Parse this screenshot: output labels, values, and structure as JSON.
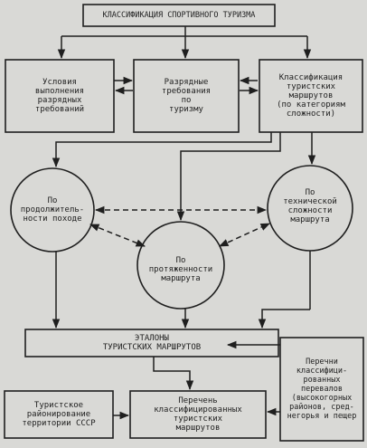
{
  "diagram": {
    "title": "КЛАССИФИКАЦИЯ СПОРТИВНОГО ТУРИЗМА",
    "nodes": {
      "conditions": "Условия\nвыполнения\nразрядных\nтребований",
      "rank_requirements": "Разрядные\nтребования\nпо\nтуризму",
      "route_classification": "Классификация\nтуристских\nмаршрутов\n(по категориям\nсложности)",
      "by_duration": "По\nпродолжитель-\nности походе",
      "by_difficulty": "По\nтехнической\nсложности\nмаршрута",
      "by_length": "По\nпротяженности\nмаршрута",
      "standards": "ЭТАЛОНЫ\nТУРИСТСКИХ МАРШРУТОВ",
      "passes_lists": "Перечни\nклассифици-\nрованных\nперевалов\n(высокогорных\nрайонов, сред-\nнегорья и пещер",
      "zoning": "Туристское\nрайонирование\nтерритории СССР",
      "classified_routes_list": "Перечень\nклассифицированных\nтуристских\nмаршрутов"
    }
  },
  "colors": {
    "ink": "#1f1f1f",
    "paper": "#d9d9d6"
  }
}
